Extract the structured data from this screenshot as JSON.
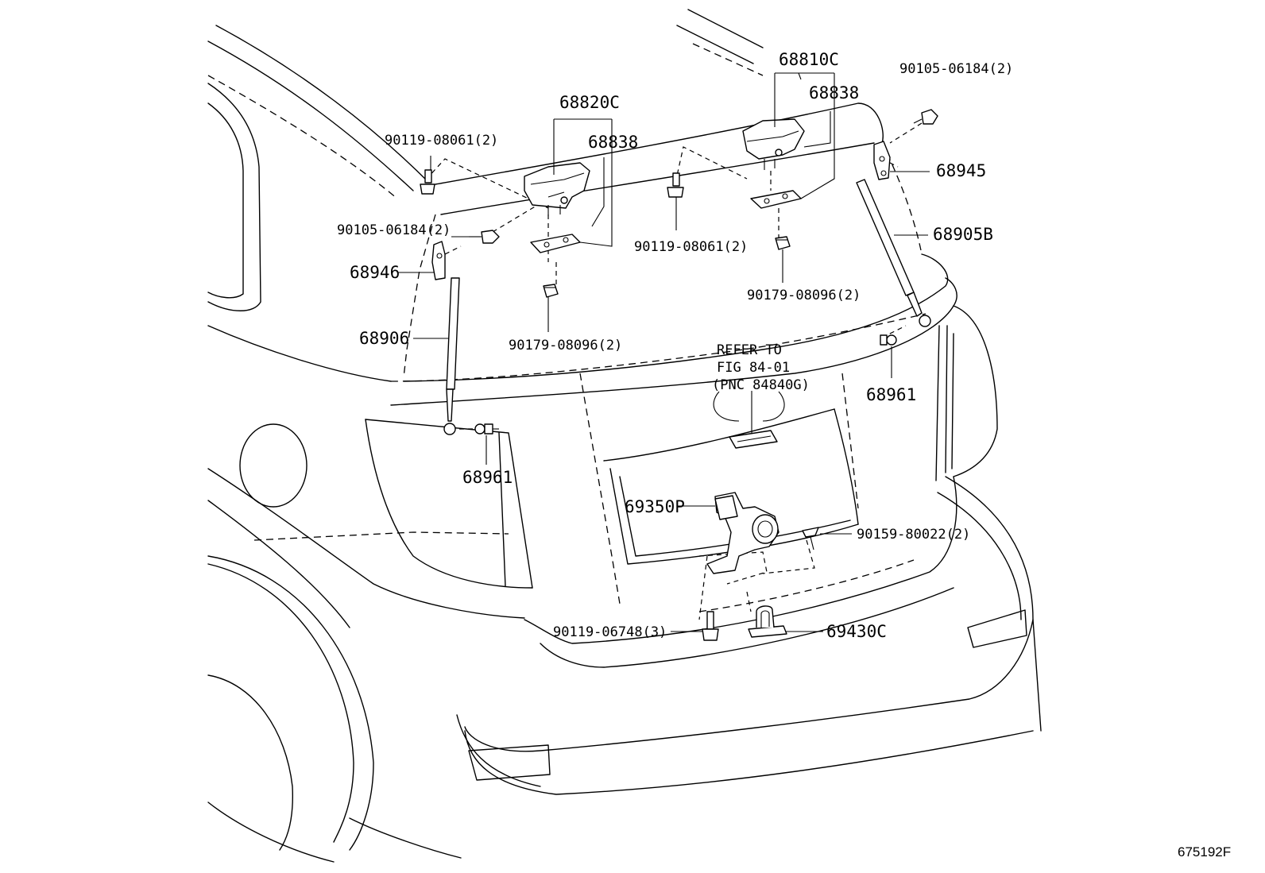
{
  "diagram": {
    "labels": {
      "p68810C": "68810C",
      "p68838_right": "68838",
      "p90105_top": "90105-06184(2)",
      "p68820C": "68820C",
      "p68838_left": "68838",
      "p90119_left": "90119-08061(2)",
      "p68945": "68945",
      "p90105_left": "90105-06184(2)",
      "p68905B": "68905B",
      "p68946": "68946",
      "p90119_mid": "90119-08061(2)",
      "p90179_right": "90179-08096(2)",
      "p68906": "68906",
      "p90179_left": "90179-08096(2)",
      "refer_line1": "REFER TO",
      "refer_line2": "FIG 84-01",
      "refer_line3": "(PNC 84840G)",
      "p68961_right": "68961",
      "p68961_left": "68961",
      "p69350P": "69350P",
      "p90159": "90159-80022(2)",
      "p90119_bottom": "90119-06748(3)",
      "p69430C": "69430C"
    },
    "figure_code": "675192F"
  }
}
